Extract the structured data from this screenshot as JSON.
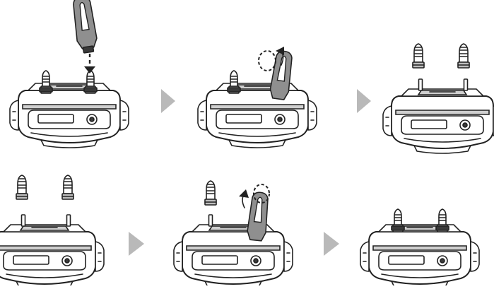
{
  "diagram": {
    "steps": [
      {
        "id": "step-1",
        "content": [
          "collar-receiver",
          "contact-point",
          "contact-point",
          "contact-tool",
          "insert-arrow"
        ]
      },
      {
        "id": "step-2",
        "content": [
          "collar-receiver",
          "contact-point",
          "contact-tool-on-post",
          "rotate-counterclockwise"
        ]
      },
      {
        "id": "step-3",
        "content": [
          "collar-receiver-bare-posts",
          "contact-point-removed",
          "contact-point-removed"
        ]
      },
      {
        "id": "step-4",
        "content": [
          "contact-point-new",
          "contact-point-new",
          "collar-receiver-bare-posts"
        ]
      },
      {
        "id": "step-5",
        "content": [
          "contact-point-installed",
          "contact-tool-on-post",
          "rotate-clockwise"
        ]
      },
      {
        "id": "step-6",
        "content": [
          "collar-receiver",
          "contact-point",
          "contact-point"
        ]
      }
    ],
    "arrow_count": 4,
    "colors": {
      "outline": "#222222",
      "arrow": "#b9b9b9",
      "tool": "#8f8f8f",
      "band": "#cfcfcf",
      "background": "#ffffff"
    }
  }
}
